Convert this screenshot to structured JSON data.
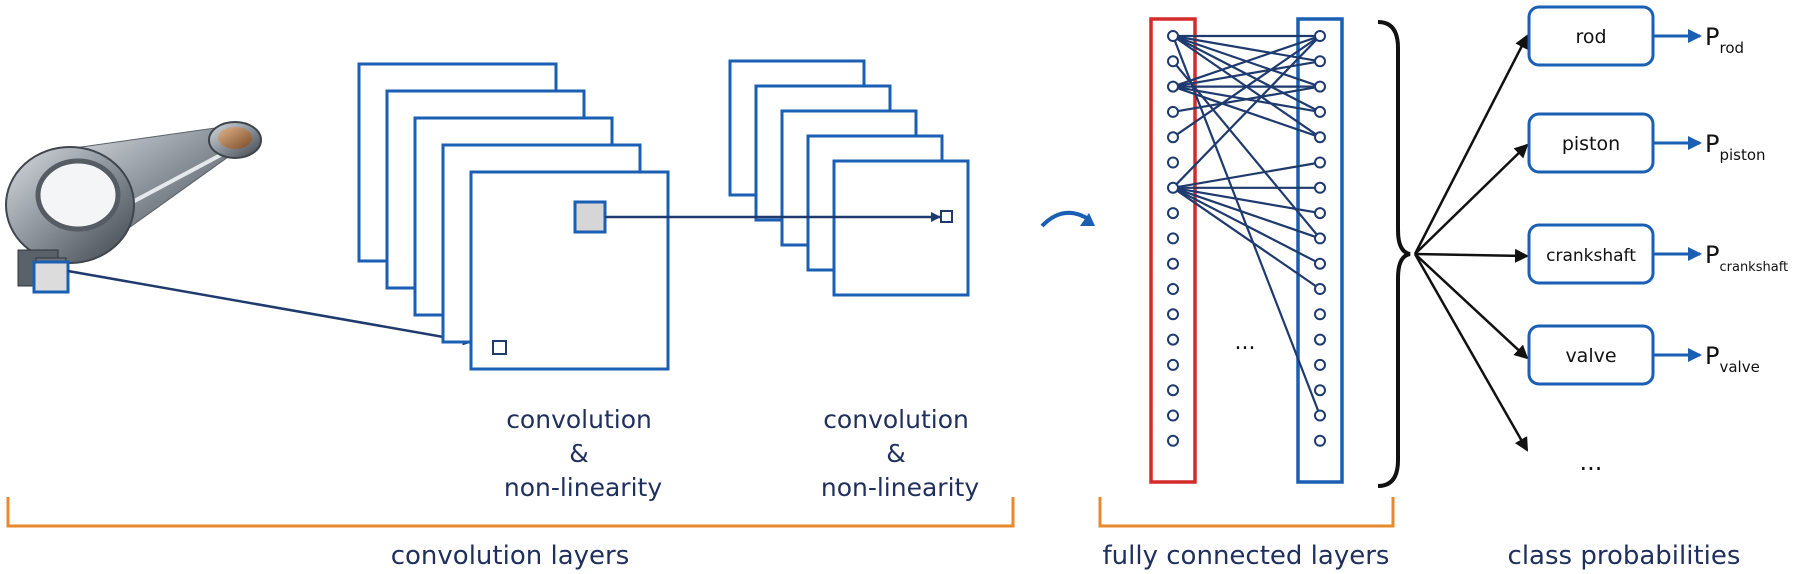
{
  "colors": {
    "blue": "#1a5fb4",
    "navy": "#1e3a6e",
    "red": "#d42a2a",
    "orange": "#e8892e",
    "label": "#1f2f5e"
  },
  "icons": [
    "connecting-rod-photo",
    "curved-arrow-icon",
    "right-bracket-icon"
  ],
  "conv_blocks": [
    {
      "label_lines": [
        "convolution",
        "&",
        "non-linearity"
      ]
    },
    {
      "label_lines": [
        "convolution",
        "&",
        "non-linearity"
      ]
    }
  ],
  "fc": {
    "ellipsis": "..."
  },
  "classes": [
    {
      "name": "rod",
      "prob": "P",
      "sub": "rod"
    },
    {
      "name": "piston",
      "prob": "P",
      "sub": "piston"
    },
    {
      "name": "crankshaft",
      "prob": "P",
      "sub": "crankshaft"
    },
    {
      "name": "valve",
      "prob": "P",
      "sub": "valve"
    }
  ],
  "more_classes": "...",
  "sections": {
    "conv": "convolution layers",
    "fc": "fully connected layers",
    "probs": "class probabilities"
  }
}
